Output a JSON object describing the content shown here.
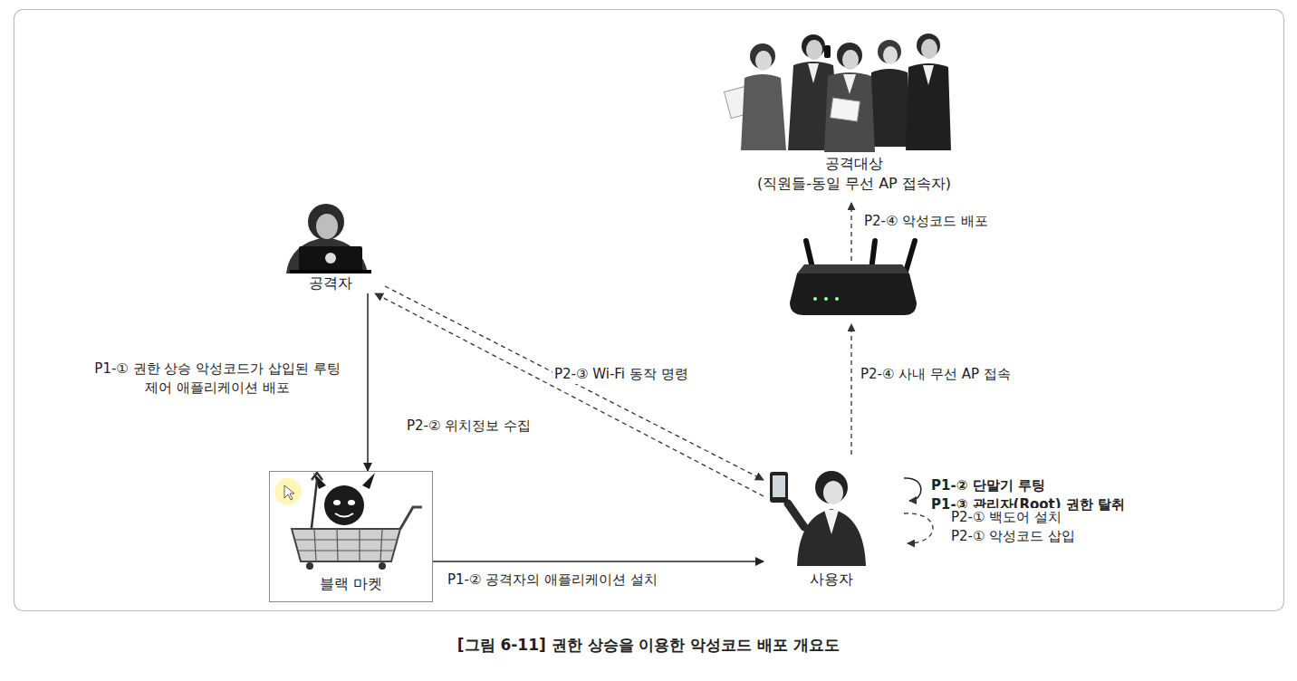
{
  "diagram": {
    "caption": "[그림 6-11] 권한 상승을 이용한 악성코드 배포 개요도",
    "nodes": [
      {
        "text": [
          "공격대상",
          "(직원들-동일 무선 AP 접속자)"
        ]
      },
      {
        "text": [
          "공격자"
        ]
      },
      {
        "text": [
          "블랙 마켓"
        ]
      },
      {
        "text": [
          "사용자"
        ]
      }
    ],
    "edges": [
      {
        "from": 1,
        "to": 2,
        "arrow": "to",
        "label": "P1-① 권한 상승 악성코드가 삽입된 루팅 제어 애플리케이션 배포"
      },
      {
        "from": 2,
        "to": 3,
        "arrow": "to",
        "label": "P1-② 공격자의 애플리케이션 설치"
      },
      {
        "from": 1,
        "to": 3,
        "arrow": "to",
        "label": "P2-③ Wi-Fi 동작 명령"
      },
      {
        "from": 3,
        "to": 1,
        "arrow": "to",
        "label": "P2-② 위치정보 수집"
      }
    ],
    "labels": [
      "P2-④ 악성코드 배포",
      "P2-④ 사내 무선 AP 접속",
      "P1-② 단말기 루팅",
      "P1-③ 관리자(Root) 권한 탈취",
      "P2-① 백도어 설치",
      "P2-① 악성코드 삽입"
    ]
  }
}
